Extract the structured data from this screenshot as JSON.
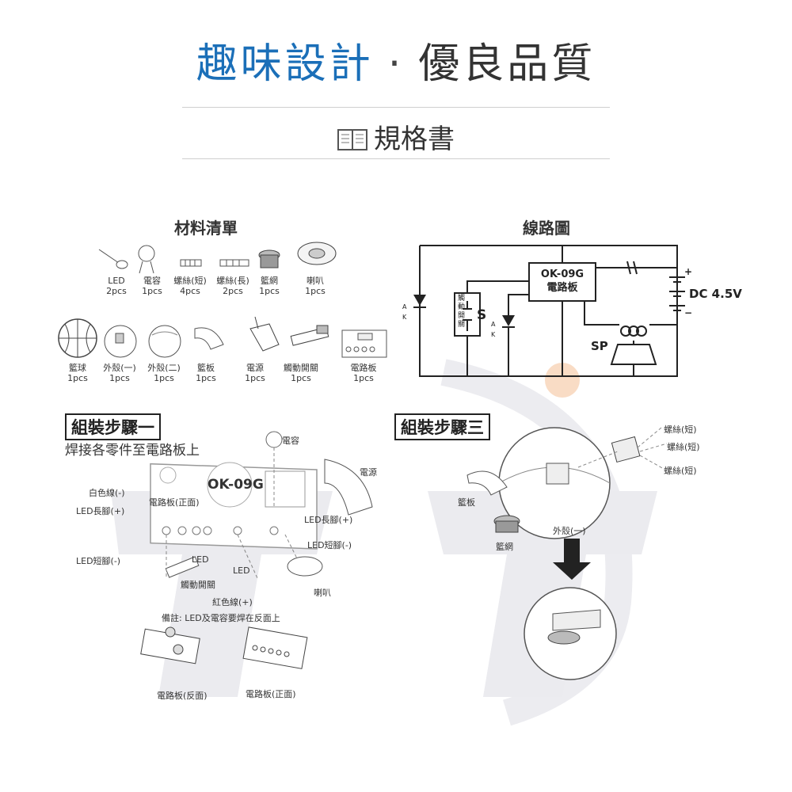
{
  "header": {
    "slogan_left": "趣味設計",
    "slogan_sep": "·",
    "slogan_right": "優良品質",
    "spec_title": "規格書"
  },
  "materials": {
    "title": "材料清單",
    "row1": [
      {
        "name": "LED",
        "qty": "2pcs"
      },
      {
        "name": "電容",
        "qty": "1pcs"
      },
      {
        "name": "螺絲(短)",
        "qty": "4pcs"
      },
      {
        "name": "螺絲(長)",
        "qty": "2pcs"
      },
      {
        "name": "籃網",
        "qty": "1pcs"
      },
      {
        "name": "喇叭",
        "qty": "1pcs"
      }
    ],
    "row2": [
      {
        "name": "籃球",
        "qty": "1pcs"
      },
      {
        "name": "外殼(一)",
        "qty": "1pcs"
      },
      {
        "name": "外殼(二)",
        "qty": "1pcs"
      },
      {
        "name": "籃板",
        "qty": "1pcs"
      },
      {
        "name": "電源",
        "qty": "1pcs"
      },
      {
        "name": "觸動開關",
        "qty": "1pcs"
      },
      {
        "name": "電路板",
        "qty": "1pcs"
      }
    ]
  },
  "circuit": {
    "title": "線路圖",
    "ic_name": "OK-09G",
    "ic_sub": "電路板",
    "voltage": "DC 4.5V",
    "plus": "+",
    "minus": "−",
    "switch_label": "觸動開關",
    "switch_letter": "S",
    "speaker": "SP",
    "anode": "A",
    "cathode": "K"
  },
  "step1": {
    "title": "組裝步驟一",
    "subtitle": "焊接各零件至電路板上",
    "board_name": "OK-09G",
    "labels": {
      "cap": "電容",
      "power": "電源",
      "white": "白色線(-)",
      "led_long_left": "LED長腳(+)",
      "board_front": "電路板(正面)",
      "led_long_right": "LED長腳(+)",
      "led_short_right": "LED短腳(-)",
      "led_short_left": "LED短腳(-)",
      "led1": "LED",
      "led2": "LED",
      "touch": "觸動開關",
      "speaker": "喇叭",
      "red": "紅色線(+)",
      "note": "備註: LED及電容要焊在反面上",
      "board_back_cap": "電路板(反面)",
      "board_front_cap": "電路板(正面)"
    }
  },
  "step3": {
    "title": "組裝步驟三",
    "labels": {
      "screw1": "螺絲(短)",
      "screw2": "螺絲(短)",
      "screw3": "螺絲(短)",
      "backboard": "籃板",
      "shell1": "外殼(一)",
      "net": "籃網"
    }
  },
  "colors": {
    "accent_blue": "#1b6fb8",
    "watermark": "#e4e4ea",
    "watermark_dot": "#f5c9a8"
  }
}
